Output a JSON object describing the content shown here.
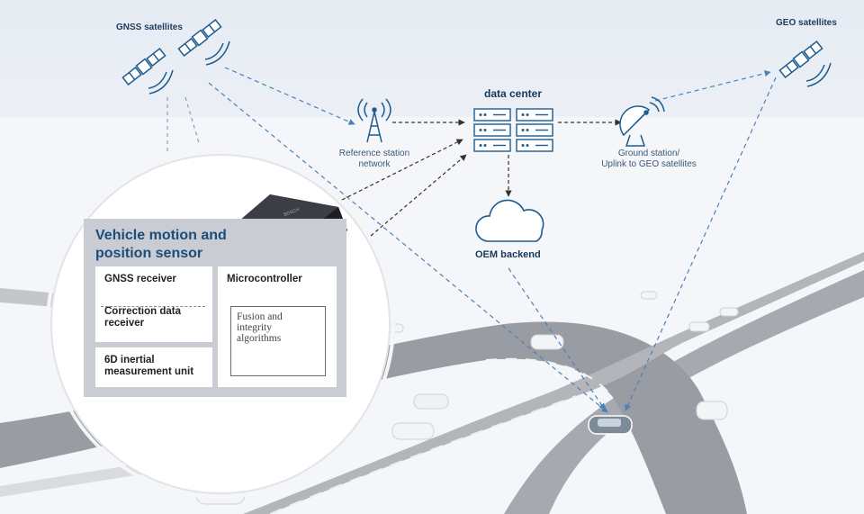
{
  "labels": {
    "gnss_satellites": "GNSS satellites",
    "geo_satellites": "GEO satellites",
    "data_center": "data center",
    "reference_station_line1": "Reference station",
    "reference_station_line2": "network",
    "ground_station_line1": "Ground station/",
    "ground_station_line2": "Uplink to GEO satellites",
    "oem_backend": "OEM backend"
  },
  "sensor_panel": {
    "title_line1": "Vehicle motion and",
    "title_line2": "position sensor",
    "gnss_receiver": "GNSS receiver",
    "correction_line1": "Correction data",
    "correction_line2": "receiver",
    "imu_line1": "6D inertial",
    "imu_line2": "measurement unit",
    "microcontroller": "Microcontroller",
    "algo_line1": "Fusion and",
    "algo_line2": "integrity",
    "algo_line3": "algorithms"
  },
  "colors": {
    "accent": "#1d5c8f",
    "dash": "#5a8ab8",
    "dash_dark": "#3d3d3d",
    "road": "#8f9097"
  },
  "icons": [
    "satellite-icon",
    "radio-tower-icon",
    "server-icon",
    "satellite-dish-icon",
    "cloud-icon",
    "car-icon",
    "sensor-device-icon"
  ]
}
